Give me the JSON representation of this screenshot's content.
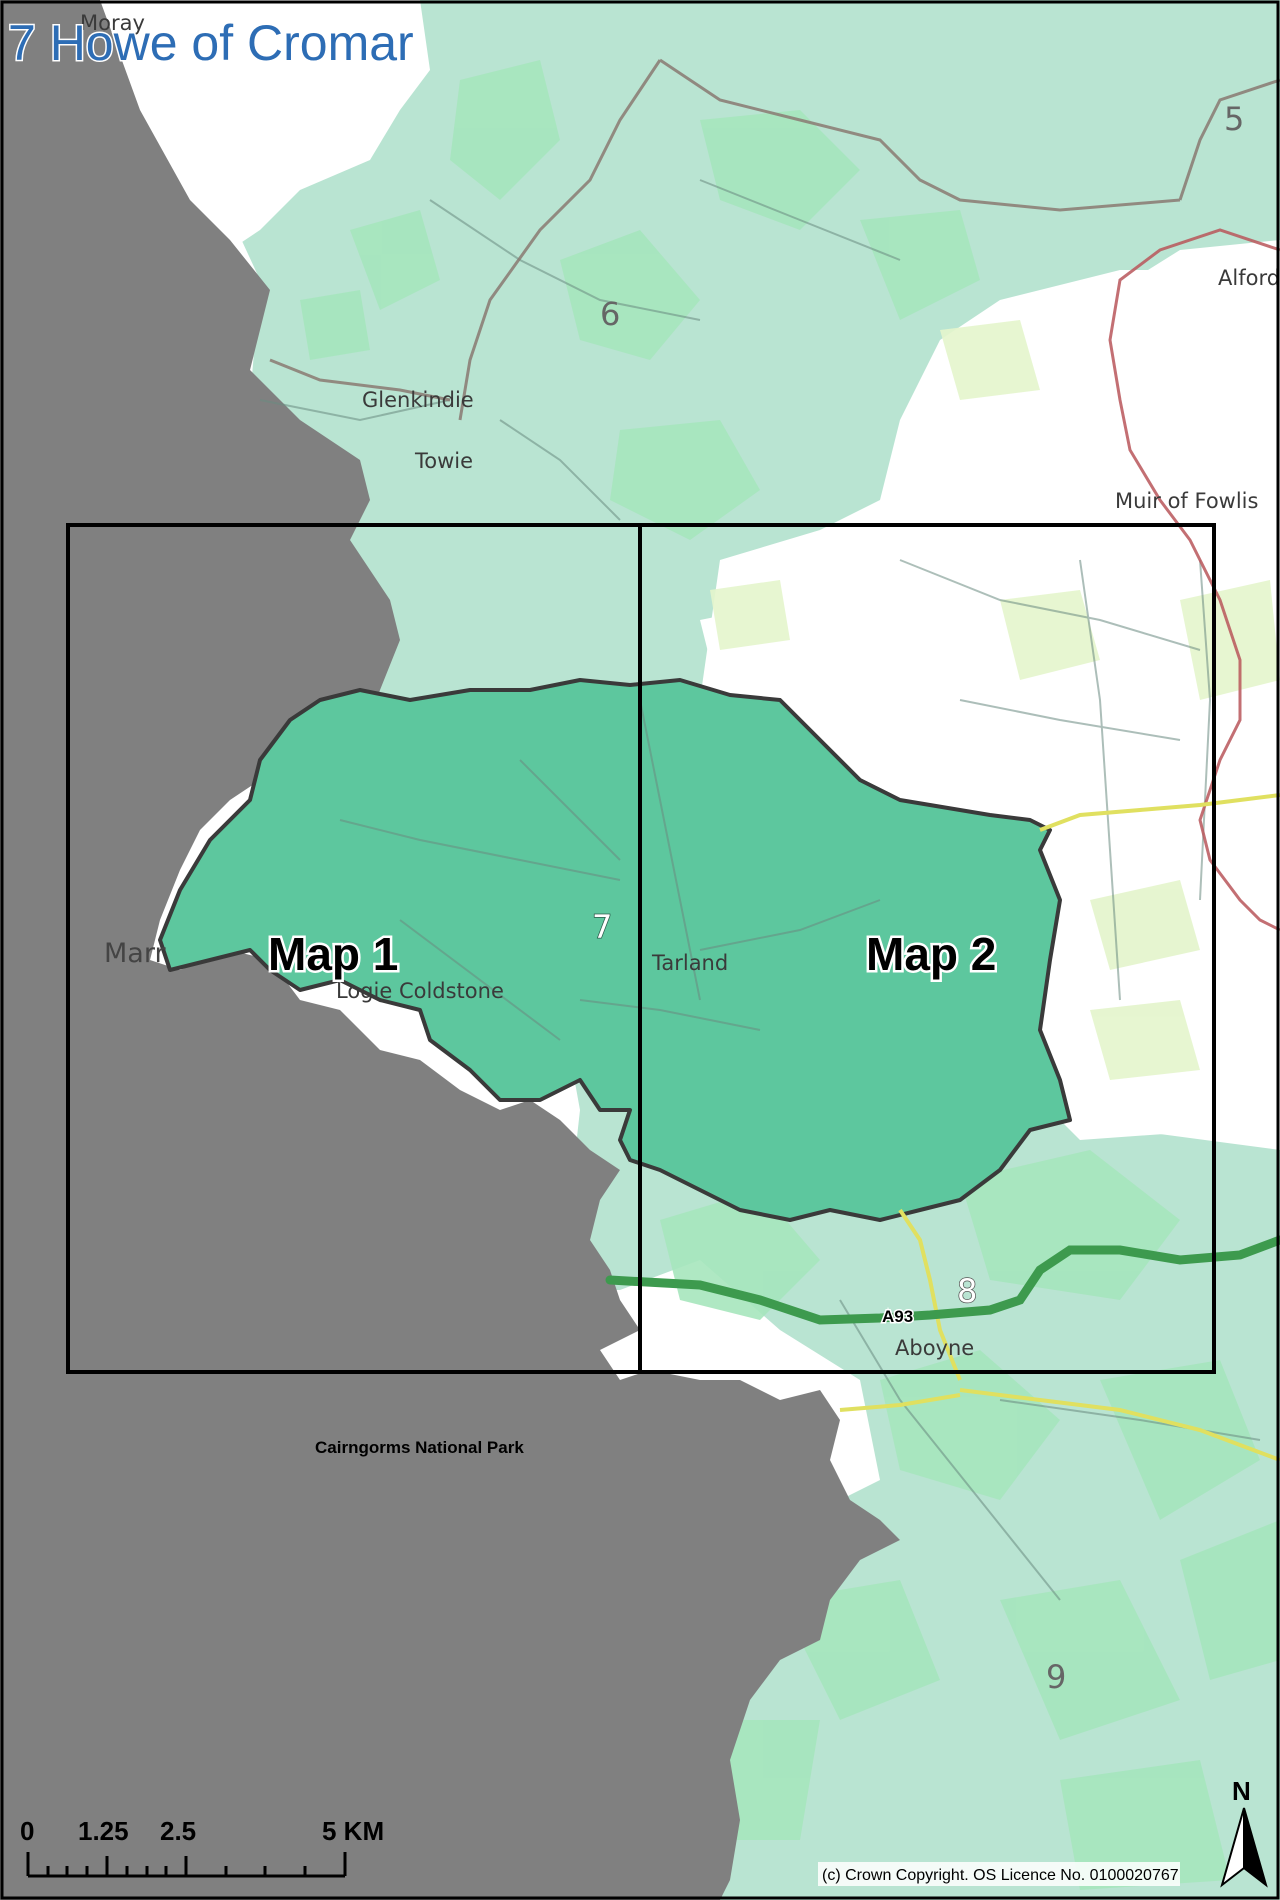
{
  "title": "7 Howe of Cromar",
  "places": {
    "moray": "Moray",
    "glenkindie": "Glenkindie",
    "towie": "Towie",
    "alford": "Alford",
    "muir_of_fowlis": "Muir of Fowlis",
    "marr": "Marr",
    "logie_coldstone": "Logie Coldstone",
    "tarland": "Tarland",
    "aboyne": "Aboyne"
  },
  "area_numbers": {
    "n5": "5",
    "n6": "6",
    "n7": "7",
    "n8": "8",
    "n9": "9"
  },
  "map_frames": {
    "map1": "Map 1",
    "map2": "Map 2"
  },
  "road_label": "A93",
  "park_label": "Cairngorms National Park",
  "scale_bar": {
    "t0": "0",
    "t1": "1.25",
    "t2": "2.5",
    "t3": "5 KM"
  },
  "north_label": "N",
  "copyright": "(c) Crown Copyright. OS Licence No. 0100020767",
  "colors": {
    "park_grey": "#808080",
    "lca_green": "#b9e4d2",
    "woodland_green": "#a6e6bd",
    "focus_area": "#5dc79e",
    "title_blue": "#2d6db5",
    "road_a93": "#3d9a4e",
    "road_yellow": "#e0e060",
    "boundary_red": "#b8565a"
  }
}
